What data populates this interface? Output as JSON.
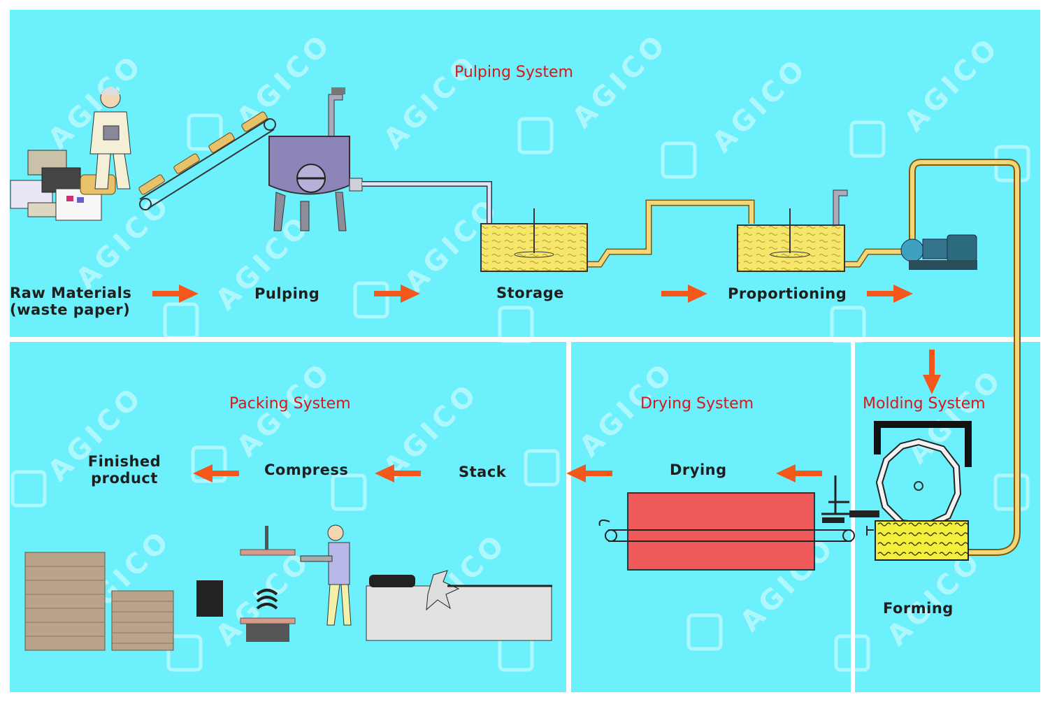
{
  "watermark": "AGICO",
  "systems": {
    "pulping": "Pulping System",
    "packing": "Packing System",
    "drying": "Drying System",
    "molding": "Molding System"
  },
  "steps": {
    "raw_materials_line1": "Raw Materials",
    "raw_materials_line2": "(waste paper)",
    "pulping": "Pulping",
    "storage": "Storage",
    "proportioning": "Proportioning",
    "finished_line1": "Finished",
    "finished_line2": "product",
    "compress": "Compress",
    "stack": "Stack",
    "drying": "Drying",
    "forming": "Forming"
  },
  "colors": {
    "panel": "#6bf0fc",
    "title": "#d81818",
    "arrow": "#f4571c",
    "pipe": "#f3d67a",
    "dryer": "#f05a5a",
    "slurry": "#f6e66c"
  }
}
